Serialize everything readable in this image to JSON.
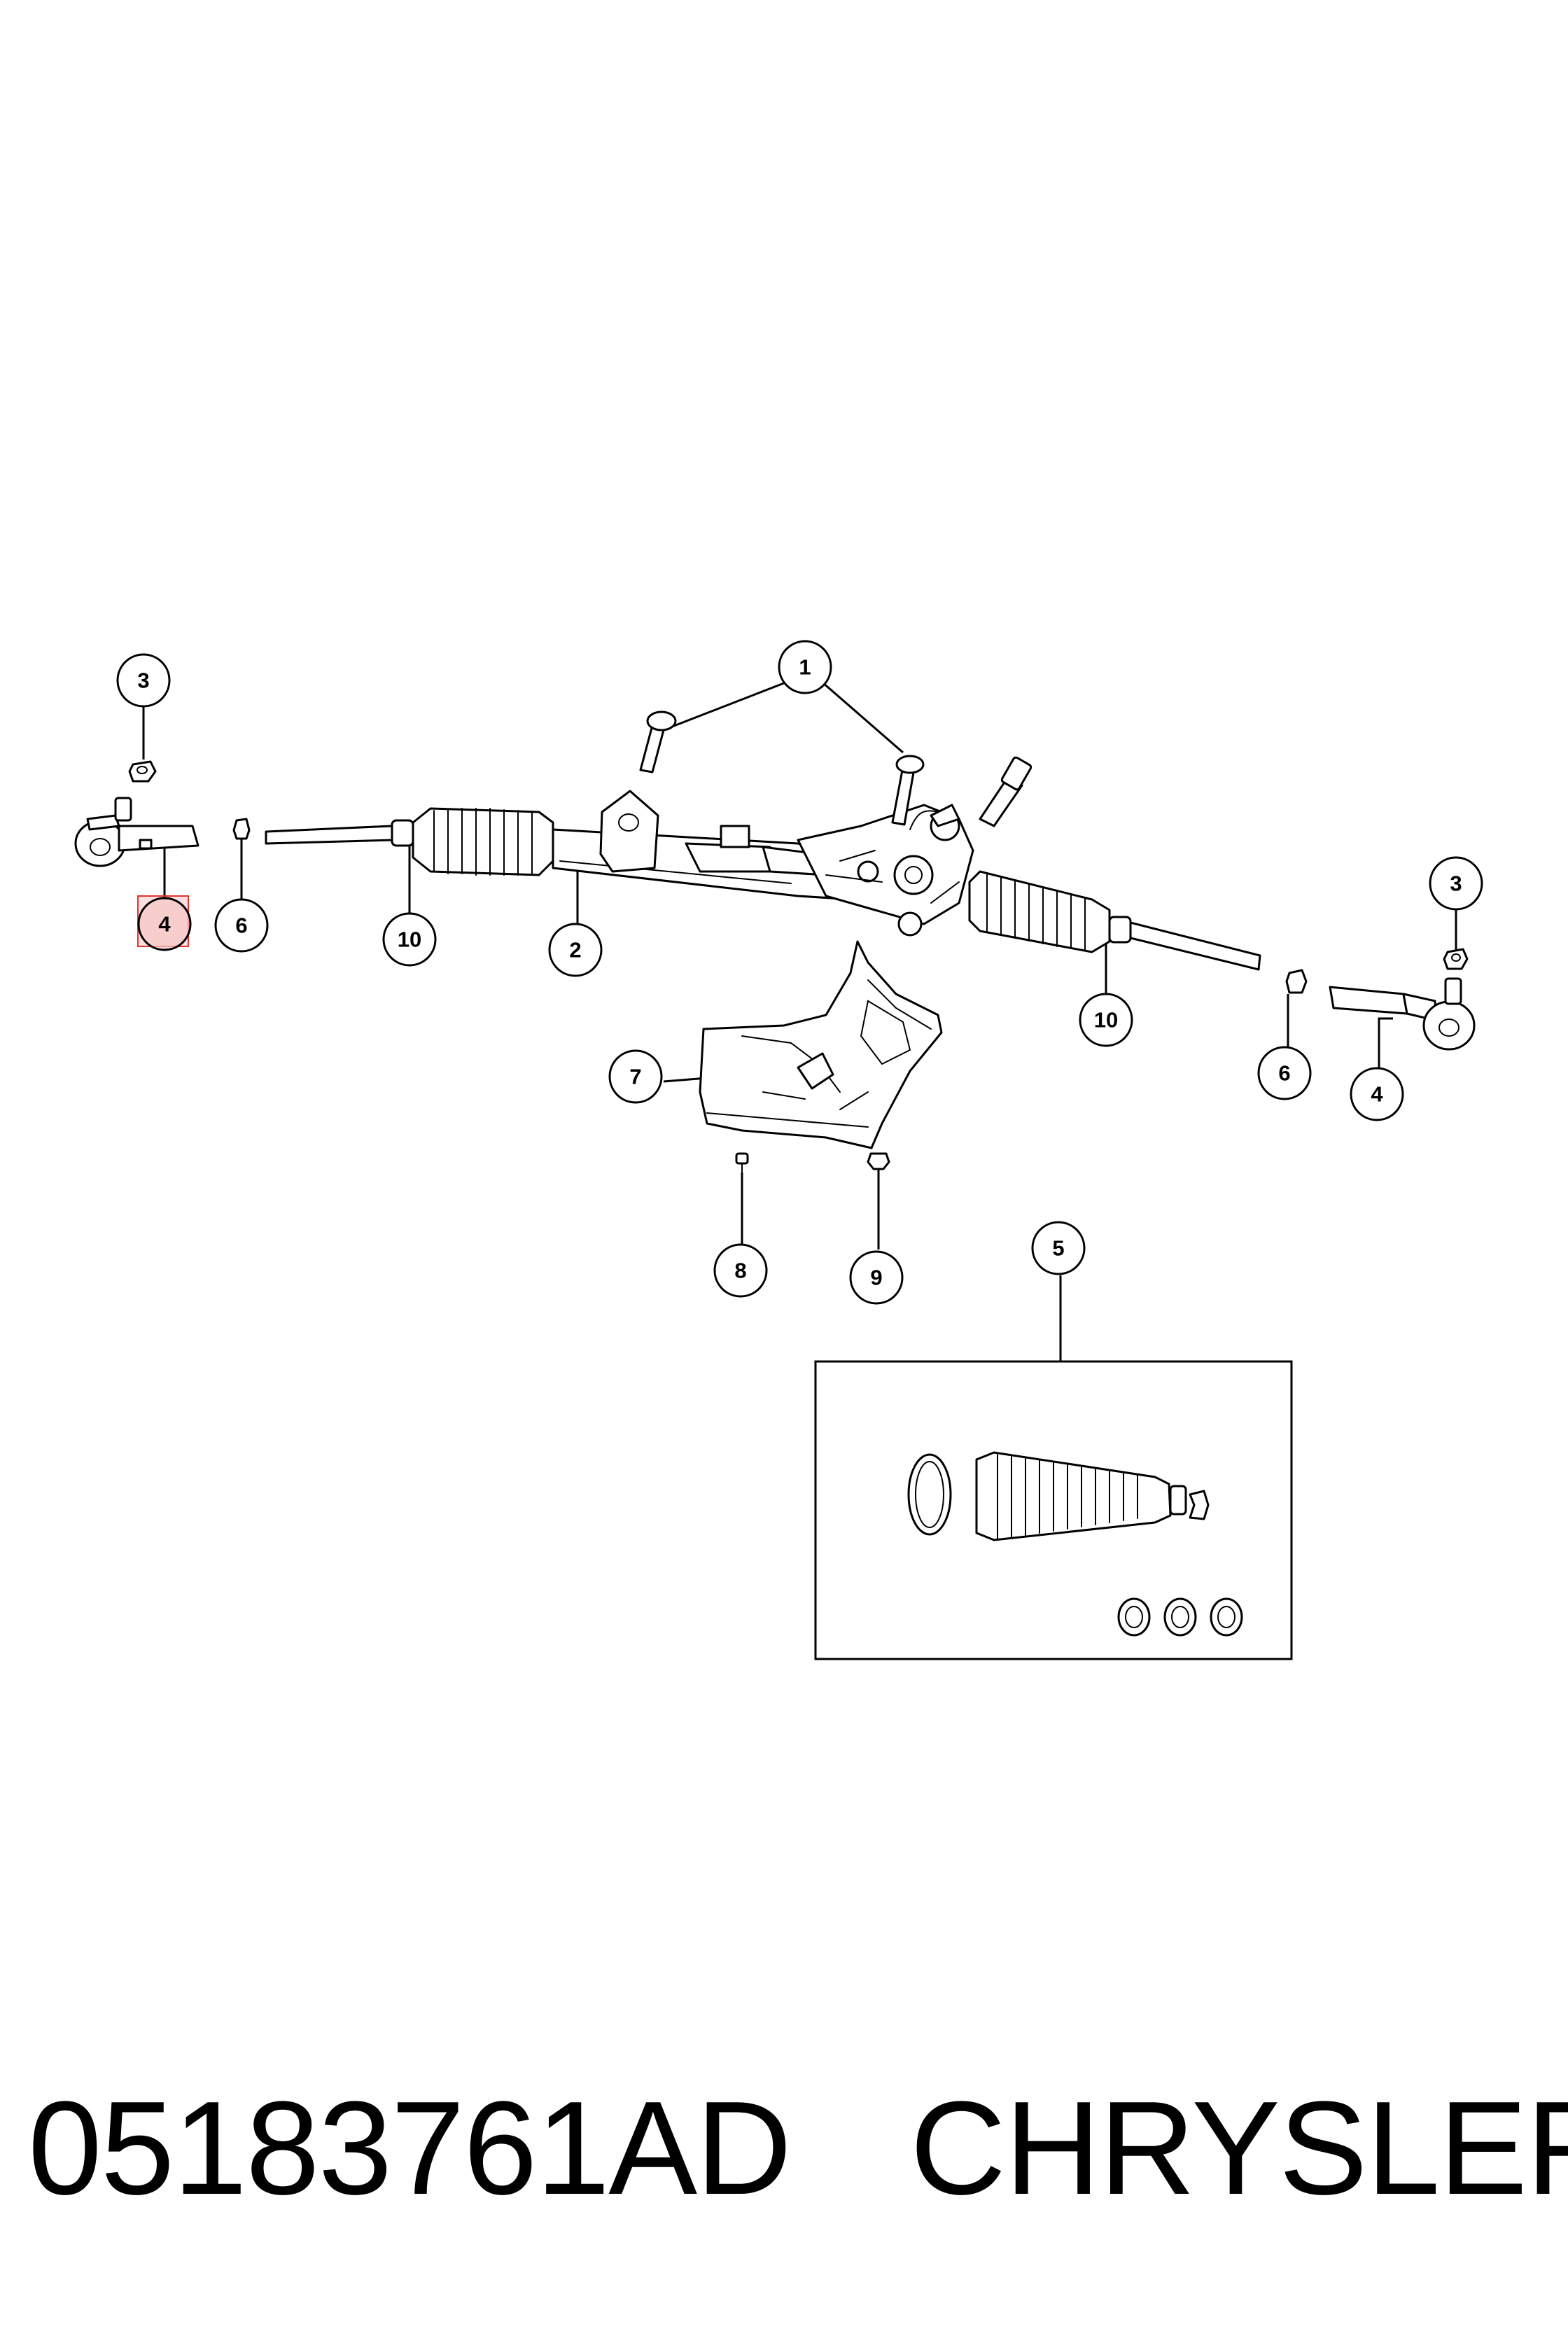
{
  "callouts": {
    "c1": "1",
    "c2": "2",
    "c3_left": "3",
    "c3_right": "3",
    "c4_left": "4",
    "c4_right": "4",
    "c5": "5",
    "c6_left": "6",
    "c6_right": "6",
    "c7": "7",
    "c8": "8",
    "c9": "9",
    "c10_left": "10",
    "c10_right": "10"
  },
  "highlighted_callout": "4",
  "highlight_color": "#e3342f",
  "footer": {
    "part_number": "05183761AD",
    "brand": "CHRYSLER"
  }
}
